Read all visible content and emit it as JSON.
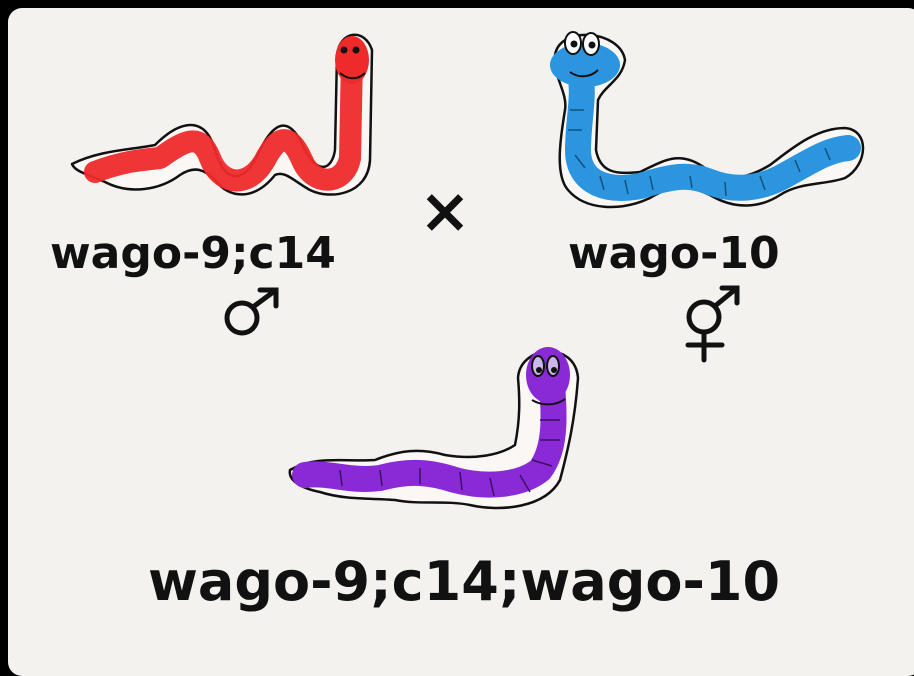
{
  "colors": {
    "background": "#f3f2ef",
    "worm_red": "#ee2a2a",
    "worm_blue": "#2b95df",
    "worm_purple": "#8a2ad6",
    "ink": "#111111"
  },
  "labels": {
    "male_parent": "wago-9;c14",
    "female_parent": "wago-10",
    "cross_symbol": "×",
    "offspring": "wago-9;c14;wago-10"
  },
  "icons": {
    "male_symbol": "male-symbol-icon",
    "hermaphrodite_symbol": "hermaphrodite-symbol-icon"
  }
}
